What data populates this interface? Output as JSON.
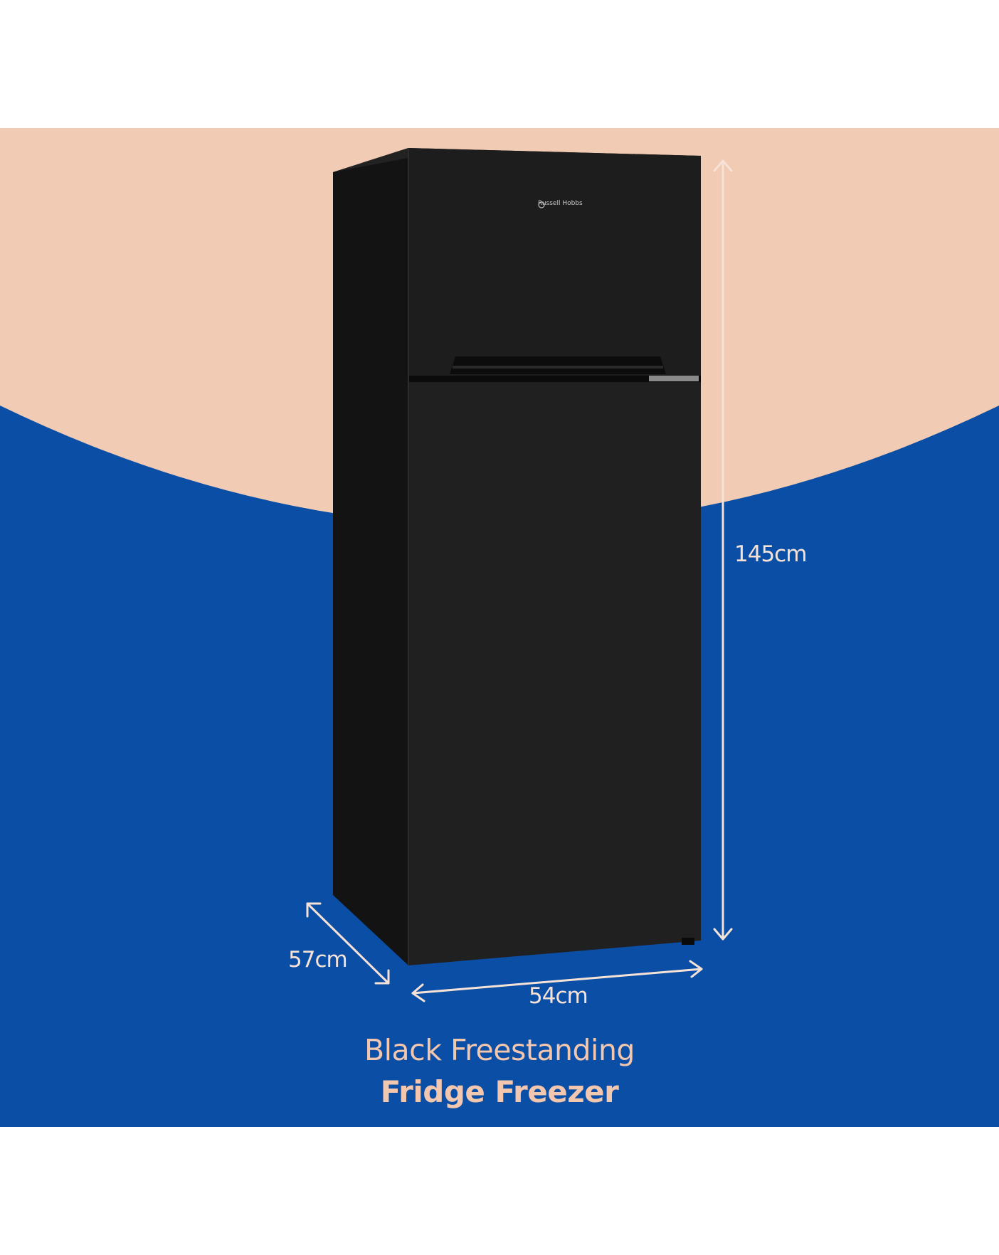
{
  "product": {
    "brand": "Russell Hobbs",
    "caption_line1": "Black Freestanding",
    "caption_line2": "Fridge Freezer"
  },
  "dimensions": {
    "height": "145cm",
    "depth": "57cm",
    "width": "54cm"
  },
  "colors": {
    "peach_background": "#f1cbb3",
    "blue_background": "#0a4ea6",
    "fridge_body": "#1c1c1c",
    "label_text": "#f6e2d6",
    "caption_text": "#f3c6ae"
  }
}
